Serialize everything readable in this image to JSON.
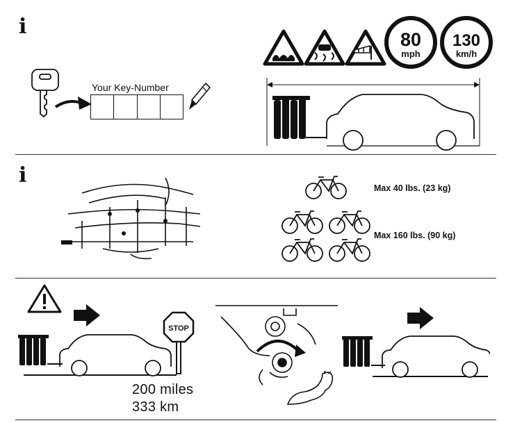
{
  "section1": {
    "info_icon": "info-icon",
    "key_number_label": "Your Key-Number",
    "key_boxes": 4,
    "speed_signs": [
      {
        "number": "80",
        "unit": "mph"
      },
      {
        "number": "130",
        "unit": "km/h"
      }
    ],
    "warning_signs": [
      "bumpy-road-icon",
      "slippery-road-icon",
      "crosswind-icon"
    ]
  },
  "section2": {
    "info_icon": "info-icon",
    "single_load": "Max 40 lbs. (23 kg)",
    "total_load": "Max 160 lbs. (90 kg)"
  },
  "section3": {
    "warning_icon": "warning-triangle-icon",
    "stop_sign_text": "STOP",
    "distance_miles": "200 miles",
    "distance_km": "333 km"
  },
  "colors": {
    "line": "#111111",
    "background": "#ffffff"
  }
}
